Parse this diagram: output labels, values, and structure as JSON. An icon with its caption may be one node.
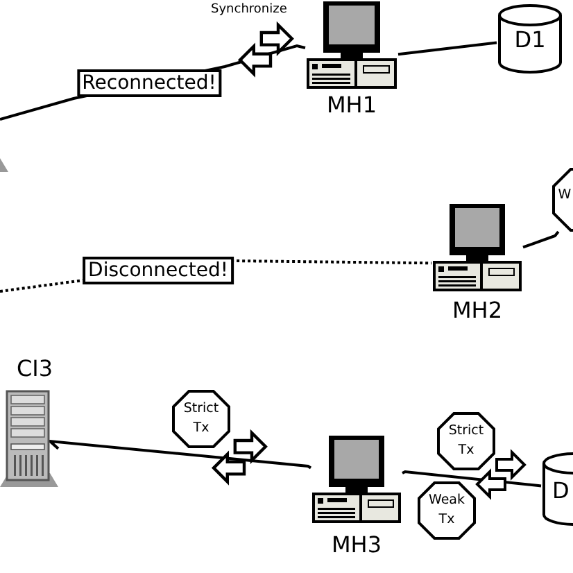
{
  "diagram": {
    "nodes": [
      {
        "text": [
          "MH1"
        ]
      },
      {
        "text": [
          "D1"
        ]
      },
      {
        "text": [
          "MH2"
        ]
      },
      {
        "text": [
          "W"
        ]
      },
      {
        "text": [
          "CI3"
        ]
      },
      {
        "text": [
          "MH3"
        ]
      },
      {
        "text": [
          "D"
        ]
      },
      {
        "text": [
          "Strict Tx"
        ]
      },
      {
        "text": [
          "Strict Tx"
        ]
      },
      {
        "text": [
          "Weak Tx"
        ]
      }
    ],
    "edges": [
      {
        "from": null,
        "to": 0,
        "arrow": "none",
        "label": "Reconnected!"
      },
      {
        "from": 0,
        "to": 1,
        "arrow": "none"
      },
      {
        "from": null,
        "to": 2,
        "arrow": "none",
        "label": "Disconnected!",
        "style": "dashed"
      },
      {
        "from": 2,
        "to": 3,
        "arrow": "none"
      },
      {
        "from": 4,
        "to": 5,
        "arrow": "none"
      },
      {
        "from": 5,
        "to": 6,
        "arrow": "none"
      }
    ],
    "labels": [
      "Synchronize"
    ]
  }
}
